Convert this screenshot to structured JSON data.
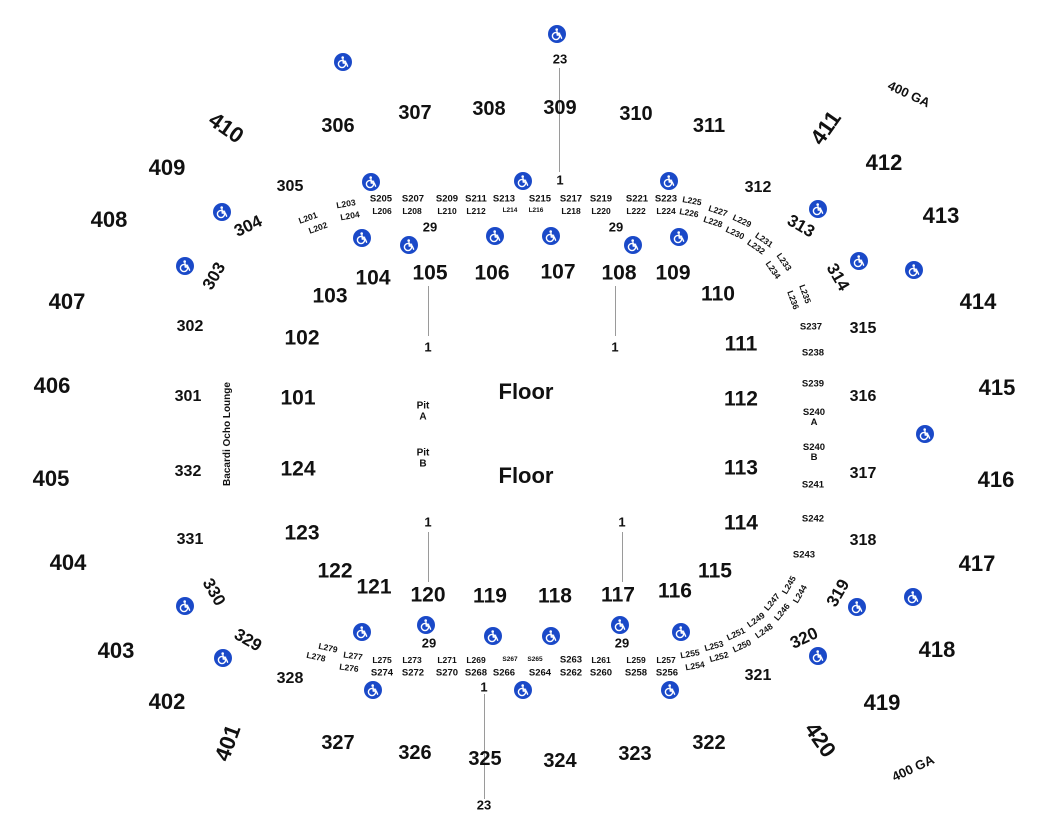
{
  "sections_400": [
    {
      "id": "s410",
      "label": "410"
    },
    {
      "id": "s409",
      "label": "409"
    },
    {
      "id": "s408",
      "label": "408"
    },
    {
      "id": "s407",
      "label": "407"
    },
    {
      "id": "s406",
      "label": "406"
    },
    {
      "id": "s405",
      "label": "405"
    },
    {
      "id": "s404",
      "label": "404"
    },
    {
      "id": "s403",
      "label": "403"
    },
    {
      "id": "s402",
      "label": "402"
    },
    {
      "id": "s401",
      "label": "401"
    },
    {
      "id": "s411",
      "label": "411"
    },
    {
      "id": "s412",
      "label": "412"
    },
    {
      "id": "s413",
      "label": "413"
    },
    {
      "id": "s414",
      "label": "414"
    },
    {
      "id": "s415",
      "label": "415"
    },
    {
      "id": "s416",
      "label": "416"
    },
    {
      "id": "s417",
      "label": "417"
    },
    {
      "id": "s418",
      "label": "418"
    },
    {
      "id": "s419",
      "label": "419"
    },
    {
      "id": "s420",
      "label": "420"
    }
  ],
  "general_admission": [
    {
      "id": "ga-top",
      "label": "400 GA"
    },
    {
      "id": "ga-bottom",
      "label": "400 GA"
    }
  ],
  "sections_300": [
    {
      "id": "s306",
      "label": "306"
    },
    {
      "id": "s307",
      "label": "307"
    },
    {
      "id": "s308",
      "label": "308"
    },
    {
      "id": "s309",
      "label": "309"
    },
    {
      "id": "s310",
      "label": "310"
    },
    {
      "id": "s311",
      "label": "311"
    },
    {
      "id": "s305",
      "label": "305"
    },
    {
      "id": "s304",
      "label": "304"
    },
    {
      "id": "s303",
      "label": "303"
    },
    {
      "id": "s302",
      "label": "302"
    },
    {
      "id": "s301",
      "label": "301"
    },
    {
      "id": "s332",
      "label": "332"
    },
    {
      "id": "s331",
      "label": "331"
    },
    {
      "id": "s330",
      "label": "330"
    },
    {
      "id": "s329",
      "label": "329"
    },
    {
      "id": "s328",
      "label": "328"
    },
    {
      "id": "s327",
      "label": "327"
    },
    {
      "id": "s326",
      "label": "326"
    },
    {
      "id": "s325",
      "label": "325"
    },
    {
      "id": "s324",
      "label": "324"
    },
    {
      "id": "s323",
      "label": "323"
    },
    {
      "id": "s322",
      "label": "322"
    },
    {
      "id": "s321",
      "label": "321"
    },
    {
      "id": "s320",
      "label": "320"
    },
    {
      "id": "s319",
      "label": "319"
    },
    {
      "id": "s318",
      "label": "318"
    },
    {
      "id": "s317",
      "label": "317"
    },
    {
      "id": "s316",
      "label": "316"
    },
    {
      "id": "s315",
      "label": "315"
    },
    {
      "id": "s314",
      "label": "314"
    },
    {
      "id": "s313",
      "label": "313"
    },
    {
      "id": "s312",
      "label": "312"
    }
  ],
  "sections_100": [
    {
      "id": "s104",
      "label": "104"
    },
    {
      "id": "s105",
      "label": "105"
    },
    {
      "id": "s106",
      "label": "106"
    },
    {
      "id": "s107",
      "label": "107"
    },
    {
      "id": "s108",
      "label": "108"
    },
    {
      "id": "s109",
      "label": "109"
    },
    {
      "id": "s103",
      "label": "103"
    },
    {
      "id": "s102",
      "label": "102"
    },
    {
      "id": "s101",
      "label": "101"
    },
    {
      "id": "s124",
      "label": "124"
    },
    {
      "id": "s123",
      "label": "123"
    },
    {
      "id": "s122",
      "label": "122"
    },
    {
      "id": "s121",
      "label": "121"
    },
    {
      "id": "s120",
      "label": "120"
    },
    {
      "id": "s119",
      "label": "119"
    },
    {
      "id": "s118",
      "label": "118"
    },
    {
      "id": "s117",
      "label": "117"
    },
    {
      "id": "s116",
      "label": "116"
    },
    {
      "id": "s115",
      "label": "115"
    },
    {
      "id": "s114",
      "label": "114"
    },
    {
      "id": "s113",
      "label": "113"
    },
    {
      "id": "s112",
      "label": "112"
    },
    {
      "id": "s111",
      "label": "111"
    },
    {
      "id": "s110",
      "label": "110"
    }
  ],
  "floor": [
    {
      "id": "floor-a",
      "label": "Floor"
    },
    {
      "id": "floor-b",
      "label": "Floor"
    }
  ],
  "pits": [
    {
      "id": "pit-a",
      "line1": "Pit",
      "line2": "A"
    },
    {
      "id": "pit-b",
      "line1": "Pit",
      "line2": "B"
    }
  ],
  "lounge": "Bacardi Ocho Lounge",
  "suites": [
    {
      "id": "S205",
      "label": "S205"
    },
    {
      "id": "S207",
      "label": "S207"
    },
    {
      "id": "S209",
      "label": "S209"
    },
    {
      "id": "S211",
      "label": "S211"
    },
    {
      "id": "S213",
      "label": "S213"
    },
    {
      "id": "S215",
      "label": "S215"
    },
    {
      "id": "S217",
      "label": "S217"
    },
    {
      "id": "S219",
      "label": "S219"
    },
    {
      "id": "S221",
      "label": "S221"
    },
    {
      "id": "S223",
      "label": "S223"
    },
    {
      "id": "S237",
      "label": "S237"
    },
    {
      "id": "S238",
      "label": "S238"
    },
    {
      "id": "S239",
      "label": "S239"
    },
    {
      "id": "S240A",
      "label": "S240",
      "sub": "A"
    },
    {
      "id": "S240B",
      "label": "S240",
      "sub": "B"
    },
    {
      "id": "S241",
      "label": "S241"
    },
    {
      "id": "S242",
      "label": "S242"
    },
    {
      "id": "S243",
      "label": "S243"
    },
    {
      "id": "S274",
      "label": "S274"
    },
    {
      "id": "S272",
      "label": "S272"
    },
    {
      "id": "S270",
      "label": "S270"
    },
    {
      "id": "S268",
      "label": "S268"
    },
    {
      "id": "S266",
      "label": "S266"
    },
    {
      "id": "S264",
      "label": "S264"
    },
    {
      "id": "S262",
      "label": "S262"
    },
    {
      "id": "S260",
      "label": "S260"
    },
    {
      "id": "S258",
      "label": "S258"
    },
    {
      "id": "S256",
      "label": "S256"
    },
    {
      "id": "S267",
      "label": "S267"
    },
    {
      "id": "S265",
      "label": "S265"
    },
    {
      "id": "S263",
      "label": "S263"
    }
  ],
  "loges": [
    "L201",
    "L202",
    "L203",
    "L204",
    "L206",
    "L208",
    "L210",
    "L212",
    "L214",
    "L216",
    "L218",
    "L220",
    "L222",
    "L224",
    "L225",
    "L226",
    "L227",
    "L228",
    "L229",
    "L230",
    "L231",
    "L232",
    "L233",
    "L234",
    "L235",
    "L236",
    "L279",
    "L278",
    "L277",
    "L276",
    "L275",
    "L273",
    "L271",
    "L269",
    "L261",
    "L259",
    "L257",
    "L255",
    "L254",
    "L253",
    "L252",
    "L251",
    "L250",
    "L249",
    "L248",
    "L247",
    "L246",
    "L245",
    "L244"
  ],
  "row_markers": [
    {
      "id": "top-23",
      "label": "23"
    },
    {
      "id": "top-1",
      "label": "1"
    },
    {
      "id": "top-29-left",
      "label": "29"
    },
    {
      "id": "top-29-right",
      "label": "29"
    },
    {
      "id": "mid-1-a",
      "label": "1"
    },
    {
      "id": "mid-1-b",
      "label": "1"
    },
    {
      "id": "mid-1-c",
      "label": "1"
    },
    {
      "id": "mid-1-d",
      "label": "1"
    },
    {
      "id": "bot-29-left",
      "label": "29"
    },
    {
      "id": "bot-29-right",
      "label": "29"
    },
    {
      "id": "bot-1",
      "label": "1"
    },
    {
      "id": "bot-23",
      "label": "23"
    }
  ],
  "accessibility_icon": "wheelchair-icon",
  "colors": {
    "accessibility": "#1a49c8",
    "text": "#111111",
    "connector": "#9a9a9a"
  }
}
